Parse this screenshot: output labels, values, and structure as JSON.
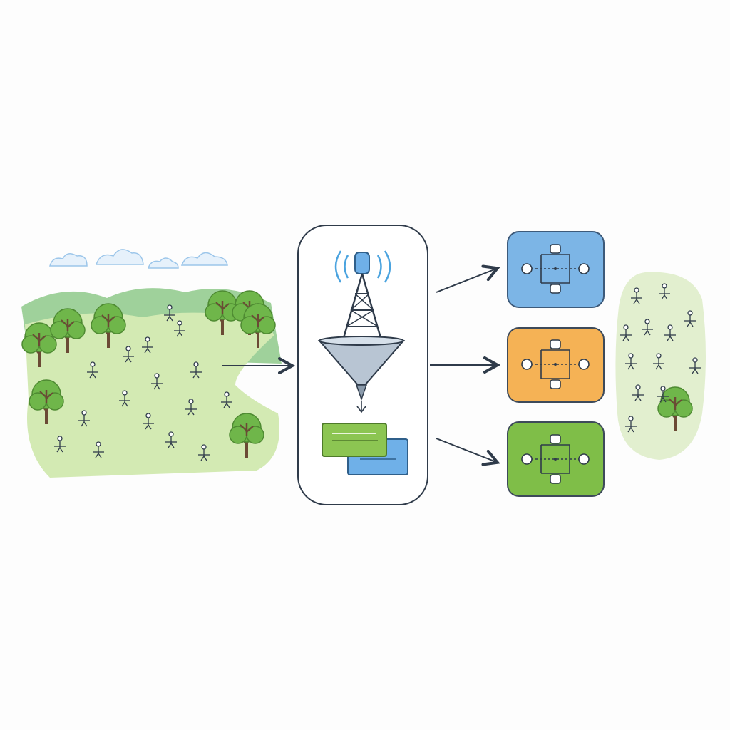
{
  "diagram": {
    "description_free": true,
    "stages": [
      {
        "id": "field",
        "kind": "park-scene",
        "icon": "park-field-icon"
      },
      {
        "id": "hub",
        "kind": "tower-funnel",
        "icon": "antenna-tower-icon"
      },
      {
        "id": "outputs",
        "kind": "node-graph-cards",
        "count": 3
      },
      {
        "id": "result",
        "kind": "small-park-scene",
        "icon": "small-park-icon"
      }
    ],
    "cards": [
      {
        "name": "blue",
        "fill": "#7cb5e6",
        "stroke": "#3d5a7a"
      },
      {
        "name": "orange",
        "fill": "#f5b255",
        "stroke": "#3d4a5a"
      },
      {
        "name": "green",
        "fill": "#7fbe48",
        "stroke": "#3d4a5a"
      }
    ],
    "colors": {
      "ink": "#2f3b4a",
      "grass": "#cfe6ae",
      "hill": "#7fbf78",
      "tree": "#6fb64a",
      "trunk": "#6b4a35",
      "signal": "#4aa3df",
      "funnel": "#aab8c7",
      "cloud": "#cfe3f5"
    }
  }
}
